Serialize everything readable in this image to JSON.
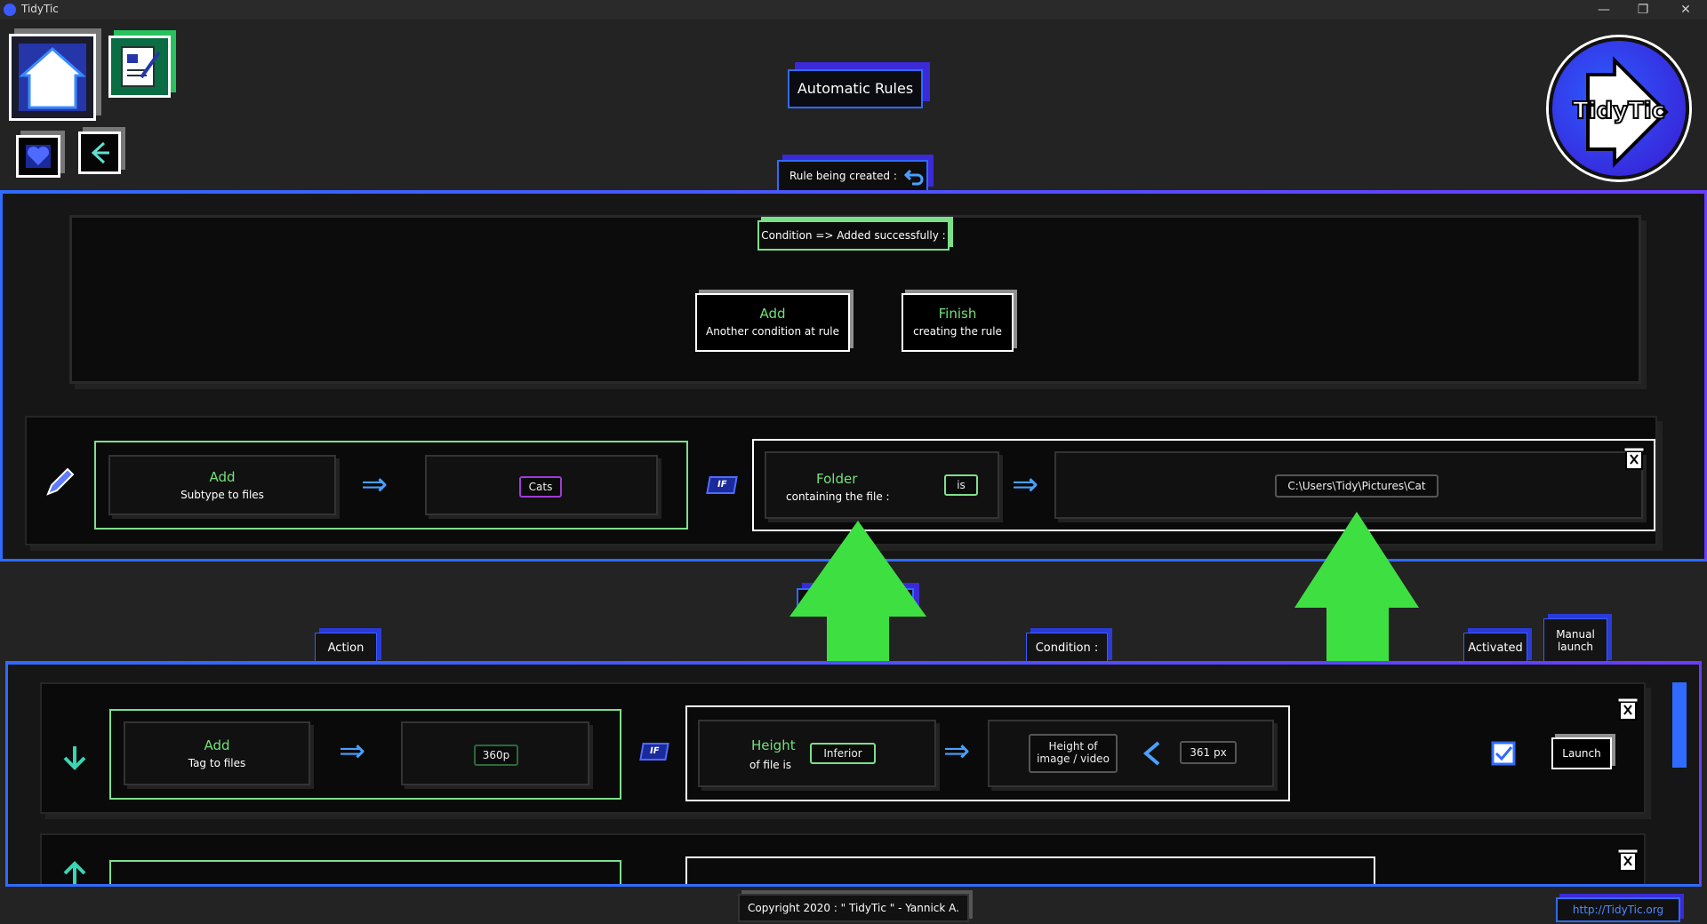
{
  "window": {
    "title": "TidyTic"
  },
  "header": {
    "title": "Automatic Rules"
  },
  "logo": {
    "text": "TidyTic"
  },
  "rule_creation": {
    "tab_label": "Rule being created :",
    "status": "Condition => Added successfully :",
    "add_button": {
      "title": "Add",
      "subtitle": "Another condition at rule"
    },
    "finish_button": {
      "title": "Finish",
      "subtitle": "creating the rule"
    },
    "action": {
      "title": "Add",
      "subtitle": "Subtype to files",
      "value": "Cats"
    },
    "if_label": "IF",
    "condition": {
      "title": "Folder",
      "subtitle": "containing the file :",
      "operator": "is",
      "value": "C:\\Users\\Tidy\\Pictures\\Cat"
    }
  },
  "rules_list": {
    "headers": {
      "action": "Action",
      "condition": "Condition :",
      "activated": "Activated",
      "manual": "Manual launch"
    },
    "rows": [
      {
        "action_title": "Add",
        "action_subtitle": "Tag to files",
        "action_value": "360p",
        "if_label": "IF",
        "cond_title": "Height",
        "cond_subtitle": "of file is",
        "cond_operator": "Inferior",
        "cond_field": "Height of image / video",
        "cond_value": "361 px",
        "launch_label": "Launch"
      }
    ]
  },
  "footer": {
    "copyright": "Copyright 2020 : \" TidyTic \" - Yannick A.",
    "link": "http://TidyTic.org"
  },
  "colors": {
    "accent_blue": "#2f6bff",
    "accent_purple": "#6a3cff",
    "green": "#73e07a",
    "bg": "#232323"
  }
}
